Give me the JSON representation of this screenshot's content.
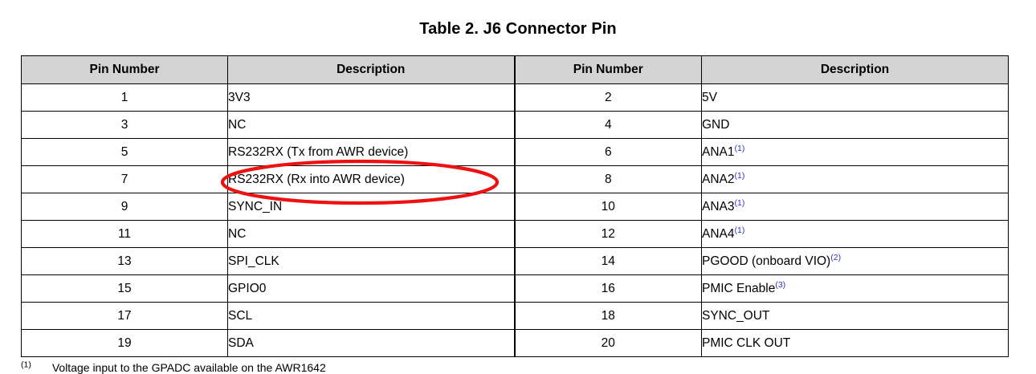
{
  "document": {
    "title": "Table 2. J6 Connector Pin"
  },
  "table": {
    "headers": [
      "Pin Number",
      "Description",
      "Pin Number",
      "Description"
    ],
    "rows": [
      {
        "pin_left": "1",
        "desc_left": "3V3",
        "pin_right": "2",
        "desc_right": "5V",
        "desc_right_note": ""
      },
      {
        "pin_left": "3",
        "desc_left": "NC",
        "pin_right": "4",
        "desc_right": "GND",
        "desc_right_note": ""
      },
      {
        "pin_left": "5",
        "desc_left": "RS232RX (Tx from AWR device)",
        "pin_right": "6",
        "desc_right": "ANA1",
        "desc_right_note": "(1)"
      },
      {
        "pin_left": "7",
        "desc_left": "RS232RX (Rx into AWR device)",
        "pin_right": "8",
        "desc_right": "ANA2",
        "desc_right_note": "(1)"
      },
      {
        "pin_left": "9",
        "desc_left": "SYNC_IN",
        "pin_right": "10",
        "desc_right": "ANA3",
        "desc_right_note": "(1)"
      },
      {
        "pin_left": "11",
        "desc_left": "NC",
        "pin_right": "12",
        "desc_right": "ANA4",
        "desc_right_note": "(1)"
      },
      {
        "pin_left": "13",
        "desc_left": "SPI_CLK",
        "pin_right": "14",
        "desc_right": "PGOOD (onboard VIO)",
        "desc_right_note": "(2)"
      },
      {
        "pin_left": "15",
        "desc_left": "GPIO0",
        "pin_right": "16",
        "desc_right": "PMIC Enable",
        "desc_right_note": "(3)"
      },
      {
        "pin_left": "17",
        "desc_left": "SCL",
        "pin_right": "18",
        "desc_right": "SYNC_OUT",
        "desc_right_note": ""
      },
      {
        "pin_left": "19",
        "desc_left": "SDA",
        "pin_right": "20",
        "desc_right": "PMIC CLK OUT",
        "desc_right_note": ""
      }
    ]
  },
  "footnotes": [
    {
      "mark": "(1)",
      "text": "Voltage input to the GPADC available on the AWR1642"
    }
  ],
  "annotation": {
    "type": "ellipse-highlight",
    "target_text": "RS232RX (Rx into AWR device)",
    "color": "#ee1111"
  },
  "colors": {
    "header_fill": "#d4d4d4",
    "border": "#000000",
    "footnote_link": "#3333cc",
    "annotation": "#ee1111"
  }
}
